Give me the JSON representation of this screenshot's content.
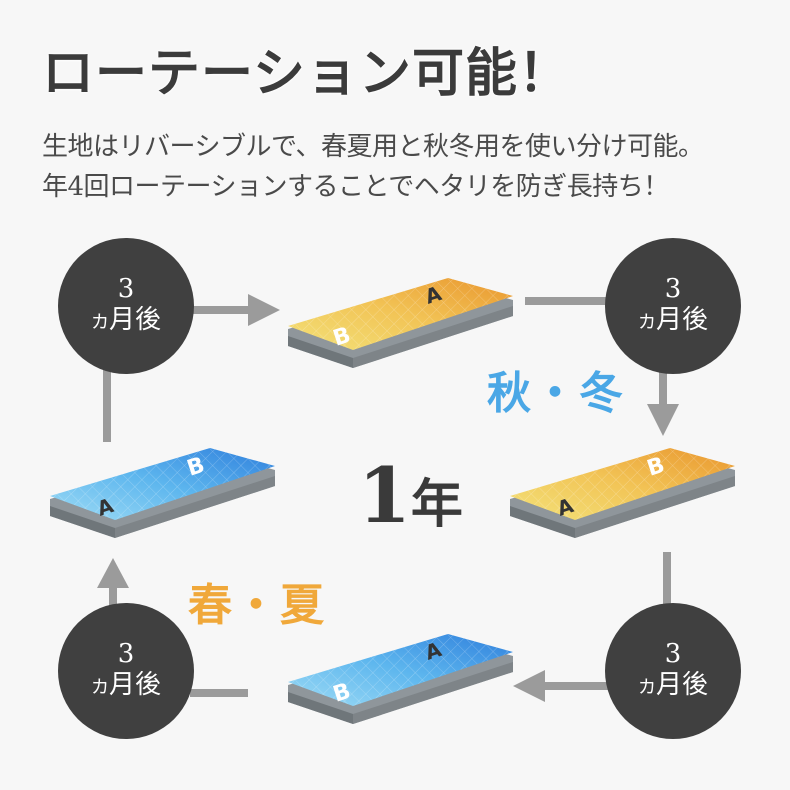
{
  "header": {
    "title": "ローテーション可能！",
    "subtitle_line1": "生地はリバーシブルで、春夏用と秋冬用を使い分け可能。",
    "subtitle_line2": "年4回ローテーションすることでヘタリを防ぎ長持ち！"
  },
  "cycle": {
    "center_number": "1",
    "center_unit": "年",
    "steps": [
      {
        "number": "3",
        "unit_prefix": "カ",
        "unit": "月後"
      },
      {
        "number": "3",
        "unit_prefix": "カ",
        "unit": "月後"
      },
      {
        "number": "3",
        "unit_prefix": "カ",
        "unit": "月後"
      },
      {
        "number": "3",
        "unit_prefix": "カ",
        "unit": "月後"
      }
    ],
    "seasons": {
      "autumn_winter": "秋・冬",
      "spring_summer": "春・夏"
    },
    "mattresses": [
      {
        "position": "top",
        "color": "orange",
        "front_label": "B",
        "back_label": "A"
      },
      {
        "position": "right",
        "color": "orange",
        "front_label": "A",
        "back_label": "B"
      },
      {
        "position": "bottom",
        "color": "blue",
        "front_label": "B",
        "back_label": "A"
      },
      {
        "position": "left",
        "color": "blue",
        "front_label": "A",
        "back_label": "B"
      }
    ]
  },
  "colors": {
    "background": "#f7f7f7",
    "circle": "#404040",
    "arrow": "#9b9b9b",
    "autumn_winter_text": "#4aa7e6",
    "spring_summer_text": "#f0a83a",
    "orange_mattress": "#f0b845",
    "blue_mattress": "#4aa2ea"
  }
}
